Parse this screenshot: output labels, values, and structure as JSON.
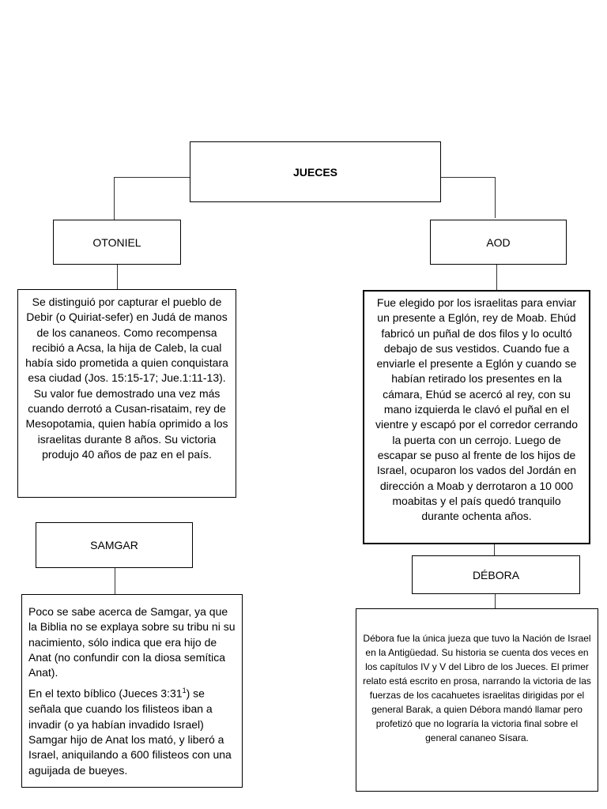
{
  "root": {
    "label": "JUECES"
  },
  "judges": [
    {
      "name": "OTONIEL",
      "description": "Se distinguió por capturar el pueblo de Debir (o Quiriat-sefer) en Judá de manos de los cananeos. Como recompensa recibió a Acsa, la hija de Caleb, la cual había sido prometida a quien conquistara esa ciudad (Jos. 15:15-17; Jue.1:11-13). Su valor fue demostrado una vez más cuando derrotó a Cusan-risataim, rey de Mesopotamia, quien había oprimido a los israelitas durante 8 años. Su victoria produjo 40 años de paz en el país."
    },
    {
      "name": "AOD",
      "description": "Fue elegido por los israelitas para enviar un presente a Eglón, rey de Moab. Ehúd fabricó un puñal de dos filos y lo ocultó debajo de sus vestidos. Cuando fue a enviarle el presente a Eglón y cuando se habían retirado los presentes en la cámara, Ehúd se acercó al rey, con su mano izquierda le clavó el puñal en el vientre y escapó por el corredor cerrando la puerta con un cerrojo. Luego de escapar se puso al frente de los hijos de Israel, ocuparon los vados del Jordán en dirección a Moab y derrotaron a 10 000 moabitas y el país quedó tranquilo durante ochenta años."
    },
    {
      "name": "SAMGAR",
      "paragraph1": "Poco se sabe acerca de Samgar, ya que la Biblia no se explaya sobre su tribu ni su nacimiento, sólo indica que era hijo de Anat (no confundir con la diosa semítica Anat).",
      "paragraph2_before": "En el texto bíblico (Jueces 3:31",
      "paragraph2_sup": "1",
      "paragraph2_after": ") se señala que cuando los filisteos iban a invadir (o ya habían invadido Israel) Samgar hijo de Anat los mató, y liberó a Israel, aniquilando a 600 filisteos con una aguijada de bueyes."
    },
    {
      "name": "DÉBORA",
      "description": "Débora fue la única jueza que tuvo la Nación de Israel en la Antigüedad. Su historia se cuenta dos veces en los capítulos IV y V del Libro de los Jueces. El primer relato está escrito en prosa, narrando la victoria de las fuerzas de los cacahuetes israelitas dirigidas por el general Barak, a quien Débora mandó llamar pero profetizó que no lograría la victoria final sobre el general cananeo Sísara."
    }
  ]
}
